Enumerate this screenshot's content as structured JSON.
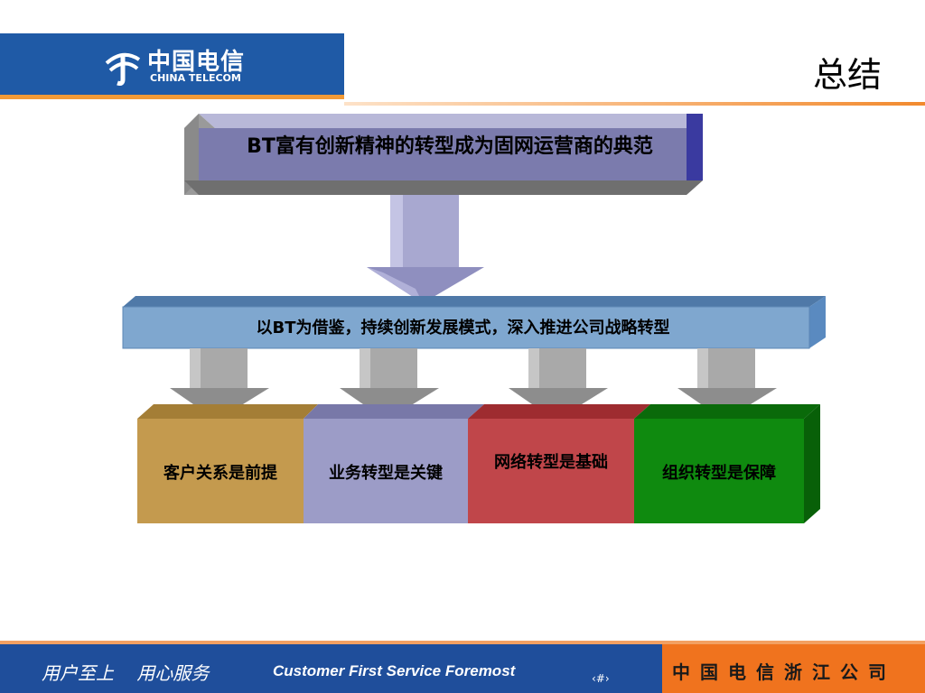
{
  "header": {
    "logo": {
      "cn": "中国电信",
      "en": "CHINA TELECOM"
    },
    "title": "总结"
  },
  "diagram": {
    "top_box": "BT富有创新精神的转型成为固网运营商的典范",
    "middle_bar": "以BT为借鉴，持续创新发展模式，深入推进公司战略转型",
    "boxes": [
      {
        "label": "客户关系是前提",
        "color": "#c49a4e"
      },
      {
        "label": "业务转型是关键",
        "color": "#9c9cc7"
      },
      {
        "label": "网络转型是基础",
        "color": "#c0464a"
      },
      {
        "label": "组织转型是保障",
        "color": "#0f8a0f"
      }
    ]
  },
  "footer": {
    "slogan_cn": "用户至上    用心服务",
    "slogan_en": "Customer First Service Foremost",
    "page": "‹#›",
    "company": "中国电信浙江公司"
  }
}
